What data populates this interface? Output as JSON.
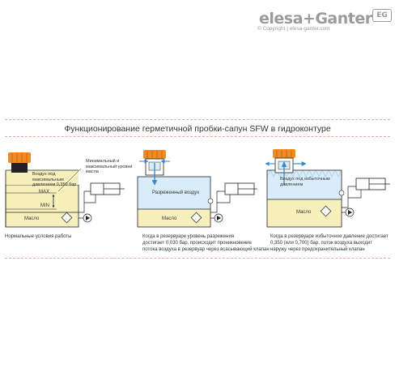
{
  "brand": {
    "name": "elesa+Ganter",
    "badge": "EG",
    "copyright": "© Copyright | elesa-ganter.com",
    "gray": "#9b9b9b"
  },
  "title": "Функционирование герметичной пробки-сапун SFW в гидроконтуре",
  "colors": {
    "oil": "#f7f0bd",
    "air": "#d9ecf9",
    "cap_orange": "#ef8a24",
    "cap_dark": "#222222",
    "arrow_blue": "#2f86d2",
    "rule": "#e9a9a9"
  },
  "panel1": {
    "air_label": "Воздух под максимальным давлением 0,350 бар",
    "levels_label": "Минимальный и максимальный уровни масла",
    "max_label": "MAX",
    "min_label": "MIN",
    "oil_label": "Масло",
    "caption": "Нормальные условия работы"
  },
  "panel2": {
    "air_label": "Разреженный воздух",
    "oil_label": "Масло",
    "caption": [
      "Когда в резервуаре уровень разрежения",
      "достигает 0,030 бар, происходит проникновение",
      "потока воздуха в резервуар через всасывающий клапан"
    ]
  },
  "panel3": {
    "air_label": "Воздух под избыточным давлением",
    "oil_label": "Масло",
    "caption": [
      "Когда в резервуаре избыточное давление достигает",
      "0,350 (или 0,700) бар, поток воздуха выходит",
      "наружу через предохранительный клапан"
    ]
  }
}
